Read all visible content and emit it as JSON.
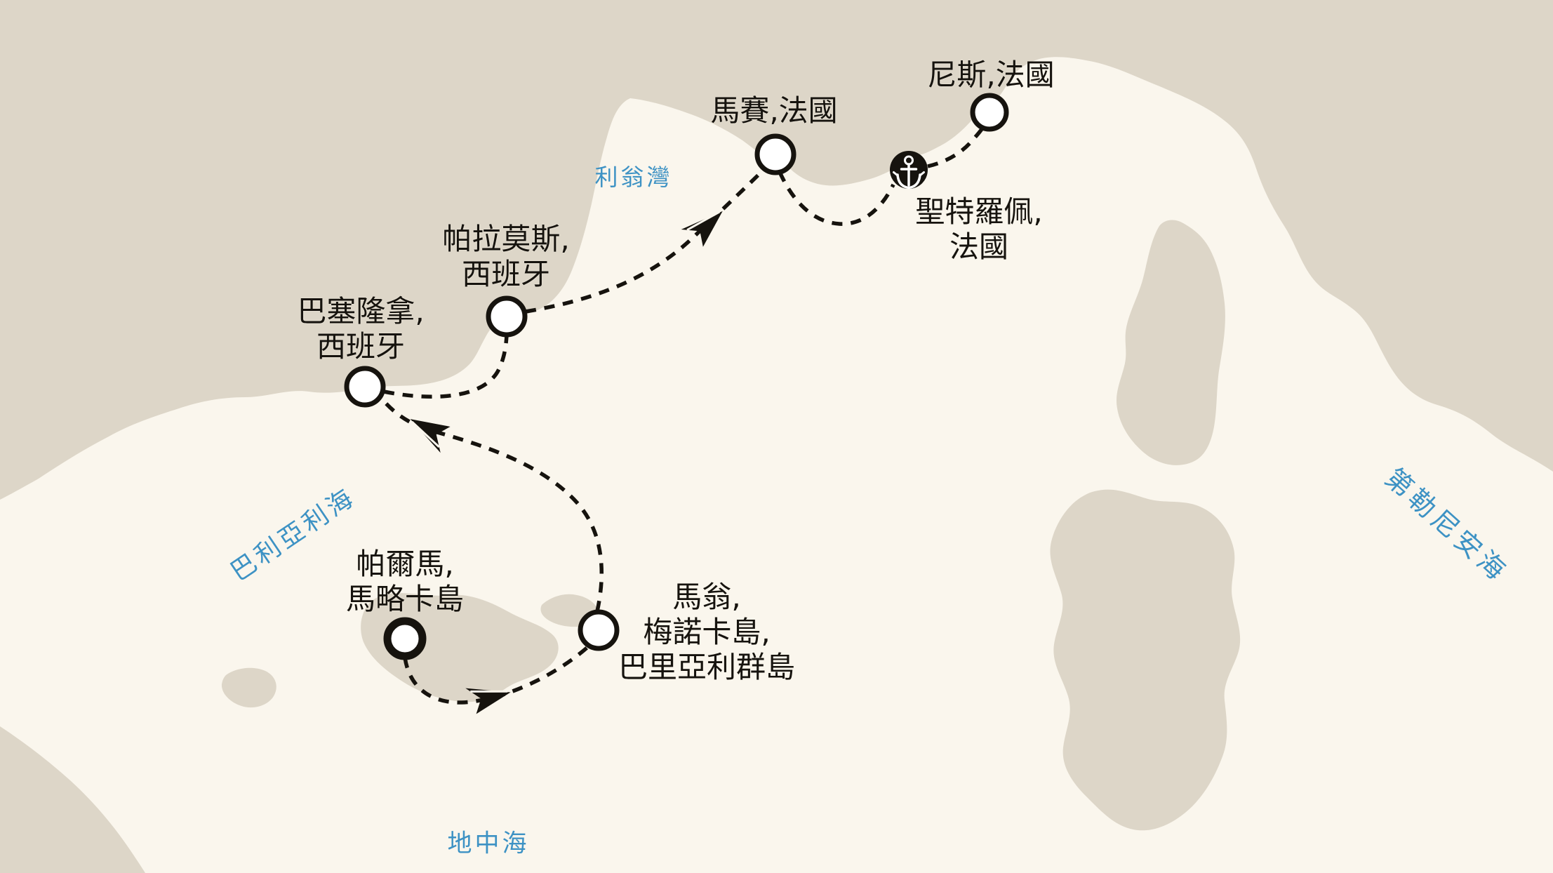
{
  "map": {
    "title": "Mediterranean cruise itinerary map",
    "colors": {
      "sea": "#faf6ed",
      "land": "#ddd6c8",
      "route": "#16130e",
      "sea_label_blue": "#3d92c4",
      "marker_fill": "#ffffff",
      "anchor_badge": "#16130e"
    },
    "sea_labels": [
      {
        "id": "gulf-of-lion",
        "text": "利翁灣"
      },
      {
        "id": "balearic-sea",
        "text": "巴利亞利海"
      },
      {
        "id": "tyrrhenian-sea",
        "text": "第勒尼安海"
      },
      {
        "id": "mediterranean-sea",
        "text": "地中海"
      }
    ],
    "ports": [
      {
        "id": "palma",
        "marker": "circle-thick",
        "lines": [
          "帕爾馬,",
          "馬略卡島"
        ]
      },
      {
        "id": "mahon",
        "marker": "circle",
        "lines": [
          "馬翁,",
          "梅諾卡島,",
          "巴里亞利群島"
        ]
      },
      {
        "id": "barcelona",
        "marker": "circle",
        "lines": [
          "巴塞隆拿,",
          "西班牙"
        ]
      },
      {
        "id": "palamos",
        "marker": "circle",
        "lines": [
          "帕拉莫斯,",
          "西班牙"
        ]
      },
      {
        "id": "marseille",
        "marker": "circle",
        "lines": [
          "馬賽,法國"
        ]
      },
      {
        "id": "saint-tropez",
        "marker": "anchor-badge",
        "lines": [
          "聖特羅佩,",
          "法國"
        ]
      },
      {
        "id": "nice",
        "marker": "circle",
        "lines": [
          "尼斯,法國"
        ]
      }
    ],
    "route": {
      "style": "dashed",
      "direction_arrows": 3,
      "order": [
        "palma",
        "mahon",
        "barcelona",
        "palamos",
        "marseille",
        "saint-tropez",
        "nice"
      ]
    }
  }
}
